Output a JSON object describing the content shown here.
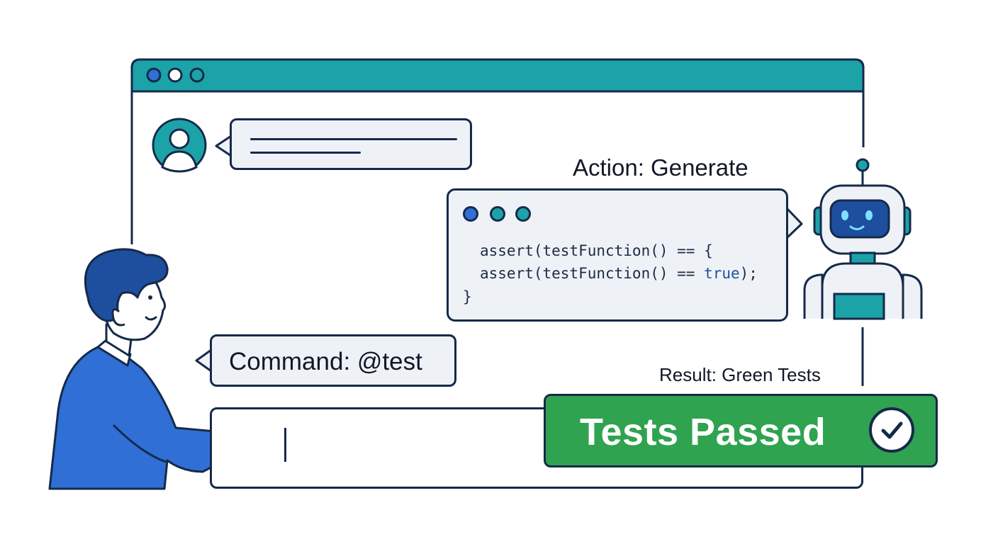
{
  "window": {
    "titlebar_color": "#1ba3a8",
    "dots": [
      {
        "name": "window-dot-1",
        "color": "#2f6fd6"
      },
      {
        "name": "window-dot-2",
        "color": "#ffffff"
      },
      {
        "name": "window-dot-3",
        "color": "#1ba3a8"
      }
    ]
  },
  "labels": {
    "action": "Action: Generate",
    "command": "Command: @test",
    "result": "Result: Green Tests",
    "passed": "Tests Passed"
  },
  "code": {
    "dot_colors": [
      "#2f6fd6",
      "#1ba3a8",
      "#1ba3a8"
    ],
    "line1": "assert(testFunction() == {",
    "line2_prefix": "assert(testFunction() == ",
    "line2_keyword": "true",
    "line2_suffix": ");",
    "line3": "}"
  },
  "colors": {
    "outline": "#152a4a",
    "accent_teal": "#1ba3a8",
    "accent_blue": "#2f6fd6",
    "success_green": "#2fa34f",
    "bubble_fill": "#eef2f7"
  },
  "icons": {
    "user_avatar": "user-avatar-icon",
    "robot": "robot-icon",
    "person": "person-typing-illustration",
    "check": "check-icon"
  }
}
